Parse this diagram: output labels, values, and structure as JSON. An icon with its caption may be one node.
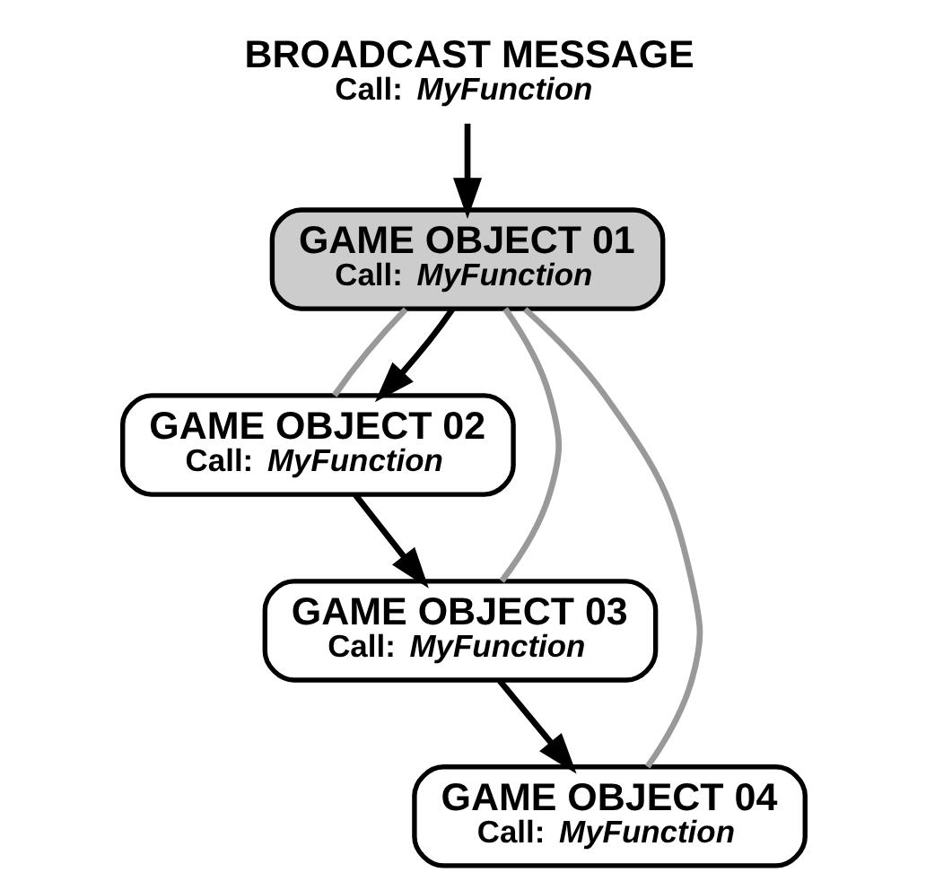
{
  "diagram": {
    "nodes": [
      {
        "text": [
          "BROADCAST MESSAGE",
          "Call: *MyFunction*"
        ]
      },
      {
        "text": [
          "GAME OBJECT 01",
          "Call: *MyFunction*"
        ]
      },
      {
        "text": [
          "GAME OBJECT 02",
          "Call: *MyFunction*"
        ]
      },
      {
        "text": [
          "GAME OBJECT 03",
          "Call: *MyFunction*"
        ]
      },
      {
        "text": [
          "GAME OBJECT 04",
          "Call: *MyFunction*"
        ]
      }
    ],
    "edges": [
      {
        "from": 0,
        "to": 1,
        "arrow": "to"
      },
      {
        "from": 1,
        "to": 2,
        "arrow": "none",
        "color": "#999999"
      },
      {
        "from": 1,
        "to": 3,
        "arrow": "none",
        "color": "#999999"
      },
      {
        "from": 1,
        "to": 4,
        "arrow": "none",
        "color": "#999999"
      },
      {
        "from": 1,
        "to": 2,
        "arrow": "to"
      },
      {
        "from": 2,
        "to": 3,
        "arrow": "to"
      },
      {
        "from": 3,
        "to": 4,
        "arrow": "to"
      }
    ]
  }
}
